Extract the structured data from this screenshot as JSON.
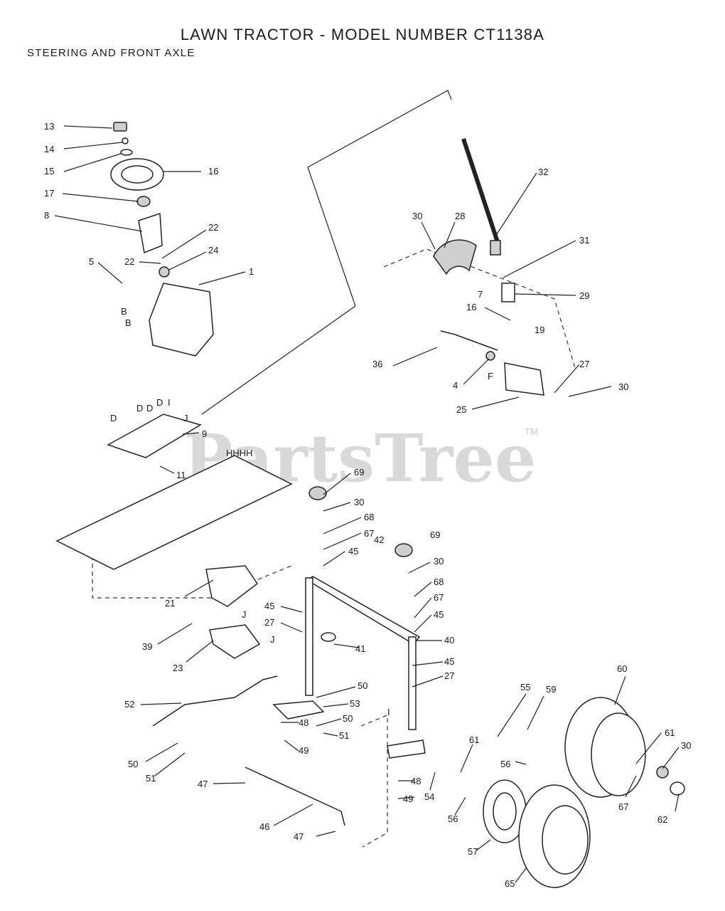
{
  "title": "LAWN TRACTOR - MODEL NUMBER CT1138A",
  "subtitle": "STEERING  AND FRONT AXLE",
  "watermark": {
    "text": "PartsTree",
    "trademark": "TM"
  },
  "callouts": [
    "13",
    "14",
    "15",
    "16",
    "17",
    "8",
    "22",
    "22",
    "24",
    "5",
    "1",
    "B",
    "B",
    "32",
    "30",
    "28",
    "31",
    "29",
    "7",
    "16",
    "19",
    "36",
    "4",
    "F",
    "27",
    "30",
    "25",
    "D",
    "D",
    "D",
    "J",
    "I",
    "D",
    "9",
    "11",
    "HHHH",
    "69",
    "30",
    "68",
    "67",
    "45",
    "69",
    "30",
    "42",
    "68",
    "67",
    "45",
    "21",
    "45",
    "27",
    "J",
    "40",
    "41",
    "39",
    "23",
    "J",
    "45",
    "27",
    "50",
    "52",
    "53",
    "48",
    "50",
    "51",
    "49",
    "50",
    "51",
    "55",
    "59",
    "60",
    "61",
    "30",
    "47",
    "61",
    "56",
    "67",
    "48",
    "54",
    "49",
    "62",
    "56",
    "46",
    "47",
    "57",
    "65",
    "I"
  ]
}
